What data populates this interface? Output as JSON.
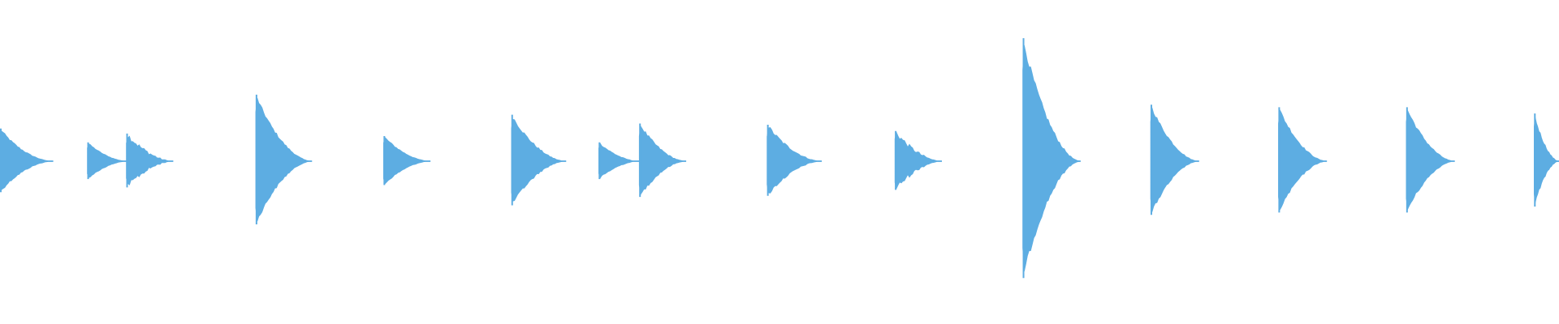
{
  "waveform": {
    "color": "#5dade2",
    "background": "#ffffff",
    "events": [
      {
        "name": "sound-event-1",
        "onset": 0.0,
        "decay": 0.034,
        "peak": 0.26,
        "head": 0.1,
        "jitter": 0.02,
        "double": false
      },
      {
        "name": "sound-event-2",
        "onset": 0.056,
        "decay": 0.026,
        "peak": 0.15,
        "head": 0.05,
        "jitter": 0.01,
        "double": false
      },
      {
        "name": "sound-event-3",
        "onset": 0.081,
        "decay": 0.03,
        "peak": 0.22,
        "head": 0.03,
        "jitter": 0.05,
        "double": false
      },
      {
        "name": "sound-event-4",
        "onset": 0.164,
        "decay": 0.036,
        "peak": 0.53,
        "head": 0.08,
        "jitter": 0.03,
        "double": false
      },
      {
        "name": "sound-event-5",
        "onset": 0.246,
        "decay": 0.03,
        "peak": 0.2,
        "head": 0.05,
        "jitter": 0.015,
        "double": false
      },
      {
        "name": "sound-event-6",
        "onset": 0.328,
        "decay": 0.035,
        "peak": 0.37,
        "head": 0.06,
        "jitter": 0.03,
        "double": false
      },
      {
        "name": "sound-event-7",
        "onset": 0.384,
        "decay": 0.026,
        "peak": 0.15,
        "head": 0.06,
        "jitter": 0.015,
        "double": false
      },
      {
        "name": "sound-event-8",
        "onset": 0.41,
        "decay": 0.03,
        "peak": 0.3,
        "head": 0.05,
        "jitter": 0.03,
        "double": false
      },
      {
        "name": "sound-event-9",
        "onset": 0.492,
        "decay": 0.035,
        "peak": 0.29,
        "head": 0.06,
        "jitter": 0.03,
        "double": false
      },
      {
        "name": "sound-event-10",
        "onset": 0.574,
        "decay": 0.03,
        "peak": 0.24,
        "head": 0.05,
        "jitter": 0.05,
        "double": false
      },
      {
        "name": "sound-event-11",
        "onset": 0.656,
        "decay": 0.037,
        "peak": 0.98,
        "head": 0.07,
        "jitter": 0.06,
        "double": true
      },
      {
        "name": "sound-event-12",
        "onset": 0.738,
        "decay": 0.031,
        "peak": 0.45,
        "head": 0.06,
        "jitter": 0.03,
        "double": false
      },
      {
        "name": "sound-event-13",
        "onset": 0.82,
        "decay": 0.031,
        "peak": 0.43,
        "head": 0.06,
        "jitter": 0.03,
        "double": false
      },
      {
        "name": "sound-event-14",
        "onset": 0.902,
        "decay": 0.031,
        "peak": 0.43,
        "head": 0.06,
        "jitter": 0.03,
        "double": false
      },
      {
        "name": "sound-event-15",
        "onset": 0.984,
        "decay": 0.016,
        "peak": 0.38,
        "head": 0.06,
        "jitter": 0.03,
        "double": false
      }
    ]
  }
}
